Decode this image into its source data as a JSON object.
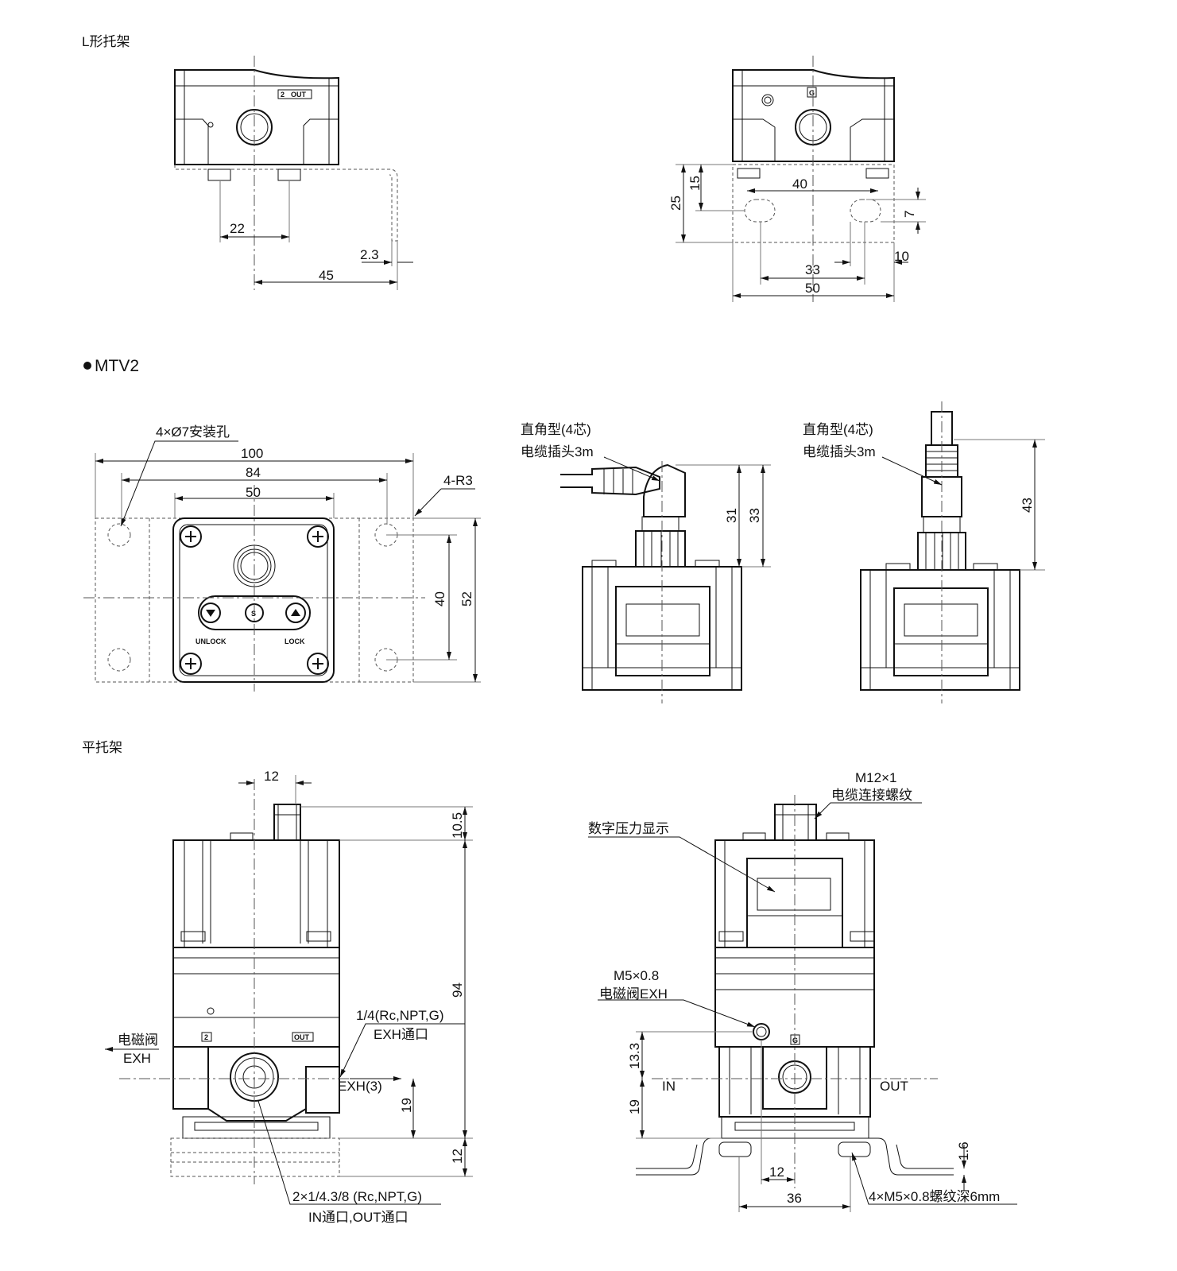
{
  "sections": {
    "l_bracket": "L形托架",
    "mtv2": "MTV2",
    "flat_bracket": "平托架"
  },
  "l_bracket_left": {
    "port_label_num": "2",
    "port_label": "OUT",
    "dims": {
      "screw_pitch": "22",
      "thickness": "2.3",
      "offset": "45"
    }
  },
  "l_bracket_right": {
    "gauge_label": "G",
    "dims": {
      "d15": "15",
      "d25": "25",
      "d40": "40",
      "d7": "7",
      "d33": "33",
      "d10": "10",
      "d50": "50"
    }
  },
  "mtv2_top": {
    "hole_note": "4×Ø7安装孔",
    "corner_note": "4-R3",
    "dims": {
      "d100": "100",
      "d84": "84",
      "d50": "50",
      "d40": "40",
      "d52": "52"
    },
    "button_center": "S",
    "unlock": "UNLOCK",
    "lock": "LOCK"
  },
  "mtv2_side_a": {
    "note_line1": "直角型(4芯)",
    "note_line2": "电缆插头3m",
    "dims": {
      "d31": "31",
      "d33": "33"
    }
  },
  "mtv2_side_b": {
    "note_line1": "直角型(4芯)",
    "note_line2": "电缆插头3m",
    "dims": {
      "d43": "43"
    }
  },
  "flat_left": {
    "dims": {
      "d12_top": "12",
      "d10_5": "10.5",
      "d94": "94",
      "d19": "19",
      "d12_base": "12"
    },
    "exh_port_line1": "1/4(Rc,NPT,G)",
    "exh_port_line2": "EXH通口",
    "solenoid_line1": "电磁阀",
    "solenoid_line2": "EXH",
    "exh3": "EXH(3)",
    "port_label_num": "2",
    "port_label": "OUT",
    "inout_line1": "2×1/4.3/8 (Rc,NPT,G)",
    "inout_line2": "IN通口,OUT通口"
  },
  "flat_right": {
    "thread_line1": "M12×1",
    "thread_line2": "电缆连接螺纹",
    "display_note": "数字压力显示",
    "m5_line1": "M5×0.8",
    "m5_line2": "电磁阀EXH",
    "gauge_label": "G",
    "in": "IN",
    "out": "OUT",
    "dims": {
      "d13_3": "13.3",
      "d19": "19",
      "d1_6": "1.6",
      "d12": "12",
      "d36": "36"
    },
    "thread_note": "4×M5×0.8螺纹深6mm"
  }
}
